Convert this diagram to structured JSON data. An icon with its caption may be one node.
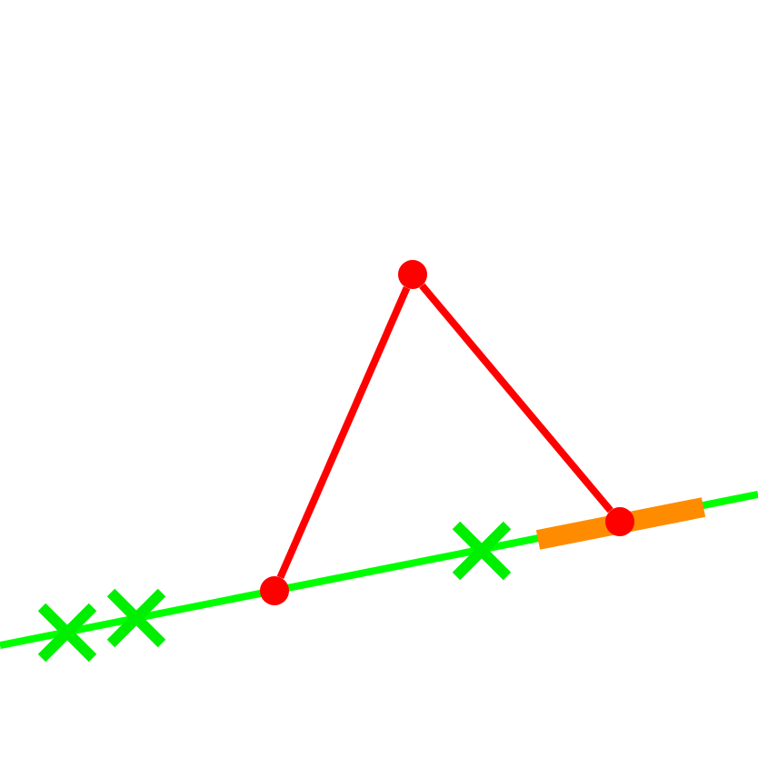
{
  "diagram": {
    "nodes": [
      {
        "text": [],
        "shape": "circle"
      },
      {
        "text": [],
        "shape": "circle"
      },
      {
        "text": [],
        "shape": "circle"
      }
    ],
    "edges": [
      {
        "from": 0,
        "to": 1,
        "arrow": "none"
      },
      {
        "from": 0,
        "to": 2,
        "arrow": "none"
      }
    ]
  }
}
